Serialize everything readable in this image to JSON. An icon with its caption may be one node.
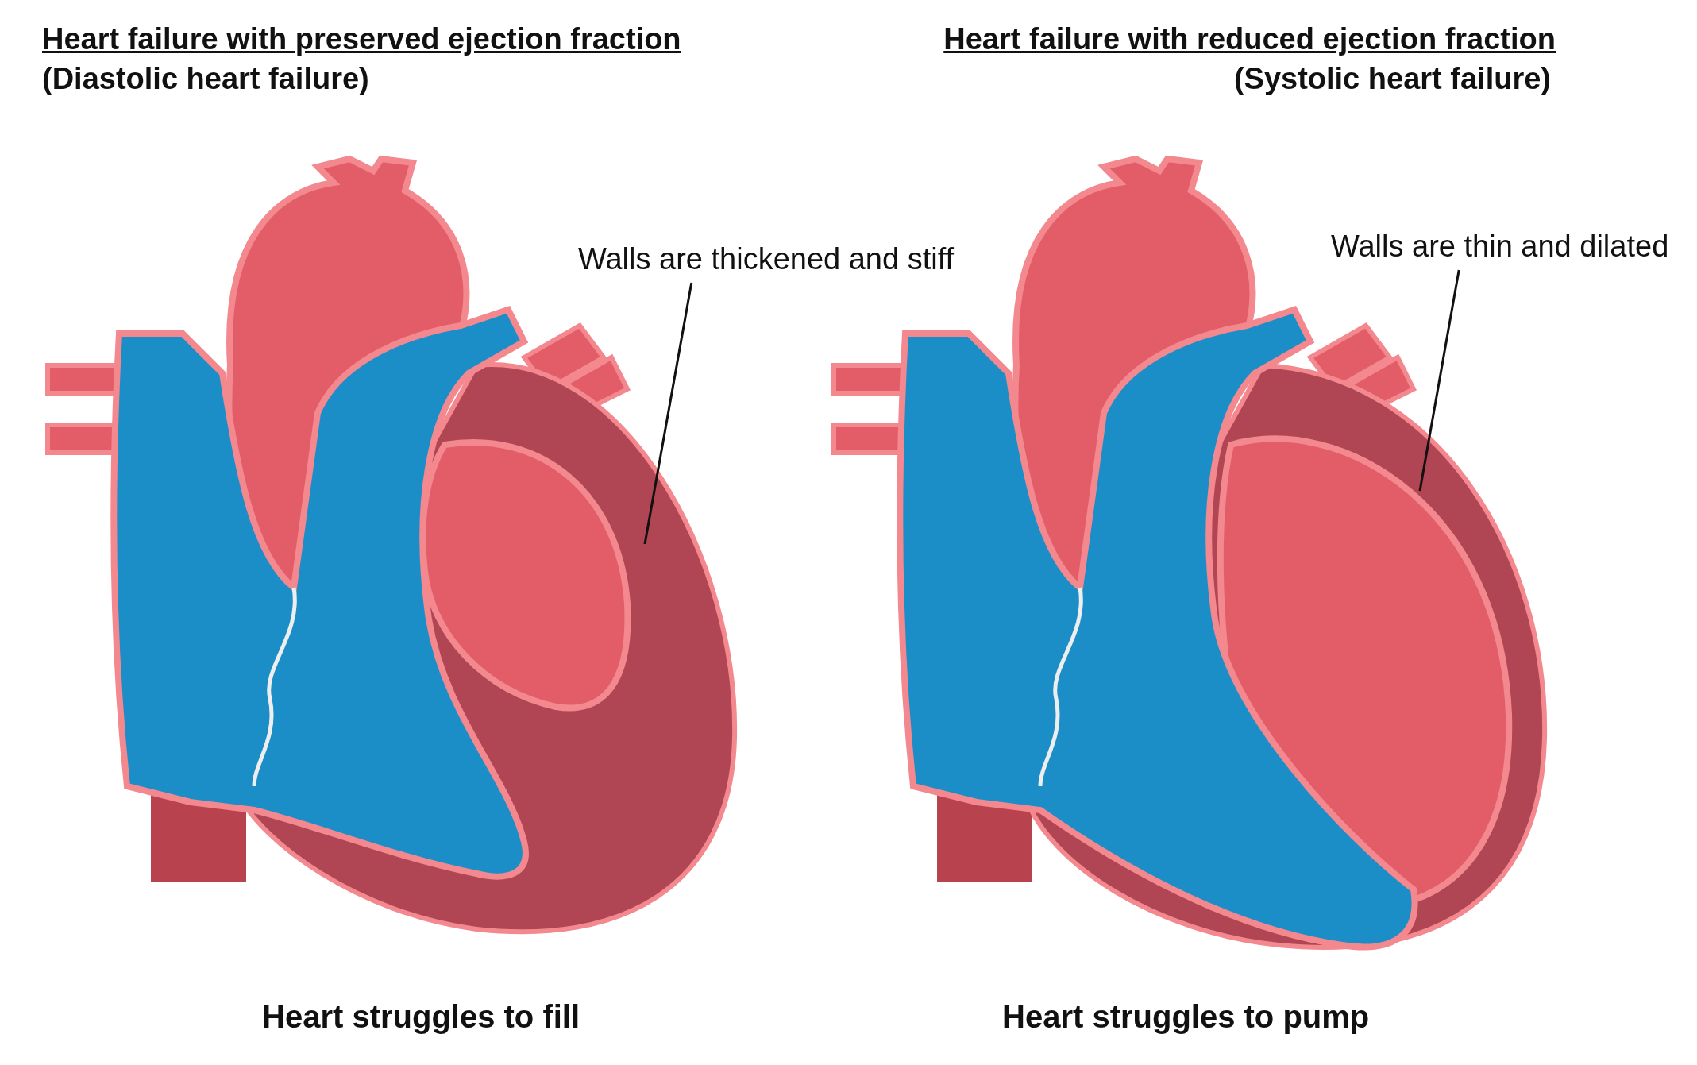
{
  "diagram": {
    "nodes": [
      {
        "text": [
          "Walls are thickened and stiff"
        ]
      },
      {
        "text": [
          "Walls are thin and dilated"
        ]
      }
    ],
    "edges": [
      {
        "from": 0,
        "to": null,
        "arrow": "none"
      },
      {
        "from": 1,
        "to": null,
        "arrow": "none"
      }
    ],
    "labels": [
      "Heart failure with preserved ejection fraction",
      "(Diastolic heart failure)",
      "Heart failure with reduced ejection fraction",
      "(Systolic heart failure)",
      "Heart struggles to fill",
      "Heart struggles to pump"
    ]
  }
}
